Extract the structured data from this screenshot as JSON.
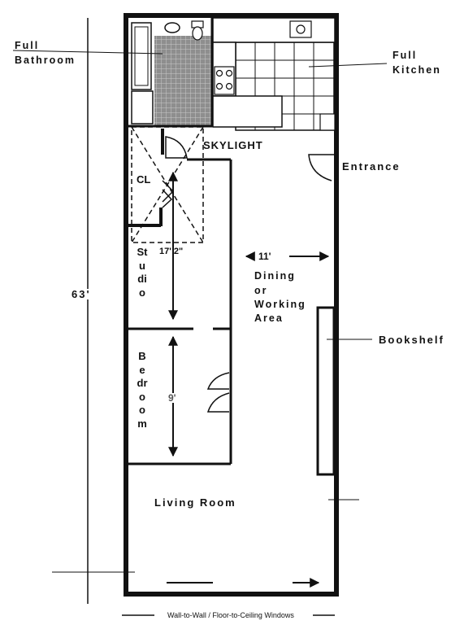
{
  "labels": {
    "full_bathroom_1": "Full",
    "full_bathroom_2": "Bathroom",
    "full_kitchen_1": "Full",
    "full_kitchen_2": "Kitchen",
    "skylight": "SKYLIGHT",
    "entrance": "Entrance",
    "closet": "CL",
    "studio_dim": "17' 2\"",
    "studio": "Studio",
    "overall_length": "63'",
    "dining_width": "11'",
    "dining_1": "Dining",
    "dining_2": "or",
    "dining_3": "Working",
    "dining_4": "Area",
    "bookshelf": "Bookshelf",
    "bedroom": "Bedroom",
    "bedroom_dim": "9'",
    "living_room": "Living Room",
    "windows": "Wall-to-Wall / Floor-to-Ceiling Windows"
  },
  "colors": {
    "wall": "#111111",
    "tile": "#9a9a9a",
    "counter": "#ffffff"
  }
}
